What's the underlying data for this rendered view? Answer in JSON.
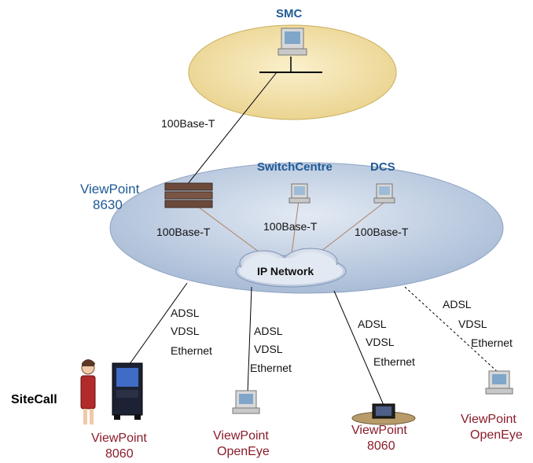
{
  "nodes": {
    "smc": "SMC",
    "switchcentre": "SwitchCentre",
    "dcs": "DCS",
    "viewpoint8630": [
      "ViewPoint",
      "8630"
    ],
    "ip_network": "IP Network",
    "sitecall": "SiteCall",
    "vp8060_left": [
      "ViewPoint",
      "8060"
    ],
    "vp_openeye_left": [
      "ViewPoint",
      "OpenEye"
    ],
    "vp8060_right": [
      "ViewPoint",
      "8060"
    ],
    "vp_openeye_right": [
      "ViewPoint",
      "OpenEye"
    ]
  },
  "links": {
    "smc_link": "100Base-T",
    "vp8630_link": "100Base-T",
    "switchcentre_link": "100Base-T",
    "dcs_link": "100Base-T",
    "access_1": [
      "ADSL",
      "VDSL",
      "Ethernet"
    ],
    "access_2": [
      "ADSL",
      "VDSL",
      "Ethernet"
    ],
    "access_3": [
      "ADSL",
      "VDSL",
      "Ethernet"
    ],
    "access_4": [
      "ADSL",
      "VDSL",
      "Ethernet"
    ]
  },
  "colors": {
    "smc_plane": "#f2dfa6",
    "network_plane": "#c7d4e6",
    "cloud": "#dfe6f0",
    "node_label_blue": "#1f5a94",
    "endpoint_label_red": "#8a1c2a"
  }
}
